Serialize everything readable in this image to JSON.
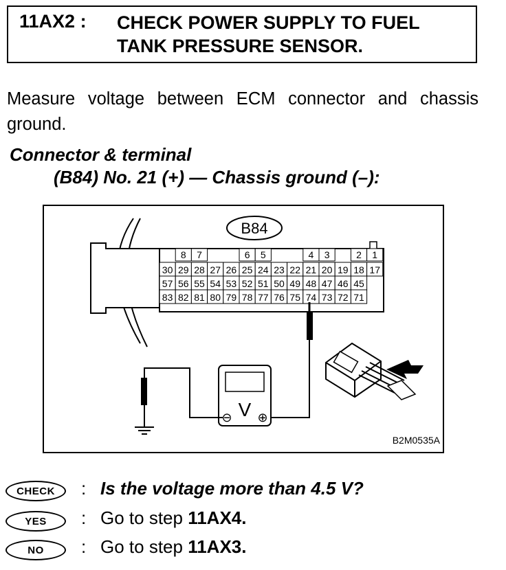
{
  "header": {
    "step_code": "11AX2 :",
    "title": "CHECK POWER SUPPLY TO FUEL TANK PRESSURE SENSOR."
  },
  "instruction": "Measure voltage between ECM connector and chassis ground.",
  "connector": {
    "heading": "Connector & terminal",
    "detail": "(B84) No. 21 (+) — Chassis ground (–):"
  },
  "figure": {
    "connector_label": "B84",
    "top_row_groups": [
      [
        "8",
        "7"
      ],
      [
        "6",
        "5"
      ],
      [
        "4",
        "3"
      ],
      [
        "2",
        "1"
      ]
    ],
    "row1": [
      "30",
      "29",
      "28",
      "27",
      "26",
      "25",
      "24",
      "23",
      "22",
      "21",
      "20",
      "19",
      "18",
      "17"
    ],
    "row2": [
      "57",
      "56",
      "55",
      "54",
      "53",
      "52",
      "51",
      "50",
      "49",
      "48",
      "47",
      "46",
      "45"
    ],
    "row3": [
      "83",
      "82",
      "81",
      "80",
      "79",
      "78",
      "77",
      "76",
      "75",
      "74",
      "73",
      "72",
      "71"
    ],
    "meter_symbol": "V",
    "minus_symbol": "⊖",
    "plus_symbol": "⊕",
    "figure_code": "B2M0535A"
  },
  "results": [
    {
      "badge": "CHECK",
      "text": "Is the voltage more than 4.5 V?"
    },
    {
      "badge": "YES",
      "text_prefix": "Go to step ",
      "step": "11AX4",
      "suffix": "."
    },
    {
      "badge": "NO",
      "text_prefix": "Go to step ",
      "step": "11AX3",
      "suffix": "."
    }
  ]
}
